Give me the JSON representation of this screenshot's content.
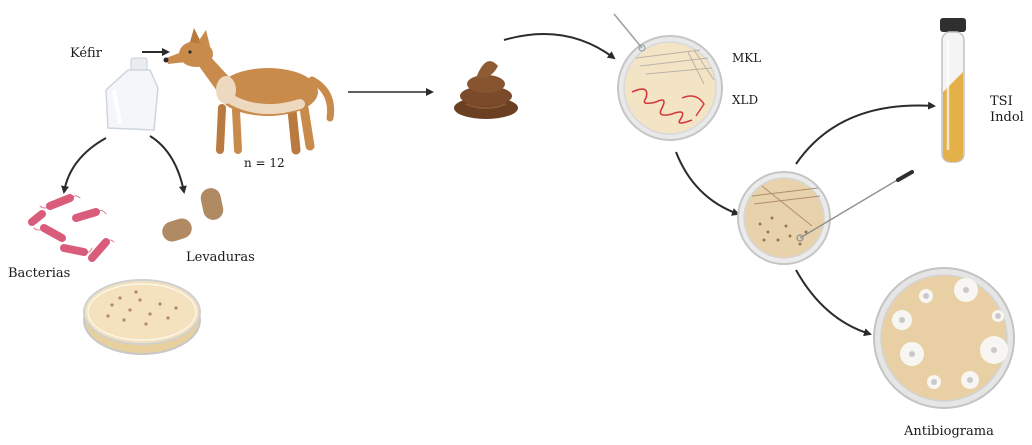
{
  "labels": {
    "kefir": "Kéfir",
    "n": "n = 12",
    "bacterias": "Bacterias",
    "levaduras": "Levaduras",
    "mkl": "MKL",
    "xld": "XLD",
    "tsi": "TSI",
    "indol": "Indol",
    "antibiograma": "Antibiograma"
  },
  "colors": {
    "dog": "#c98b4c",
    "dog_light": "#ecd9bf",
    "feces": "#7a4a2a",
    "bacteria": "#d95c7a",
    "yeast": "#b08a63",
    "agar": "#f3e2bd",
    "agar_dark": "#e8cf9e",
    "streak_red": "#d23a3a",
    "tube_medium": "#e3b04a",
    "arrow": "#2b2b2b"
  }
}
